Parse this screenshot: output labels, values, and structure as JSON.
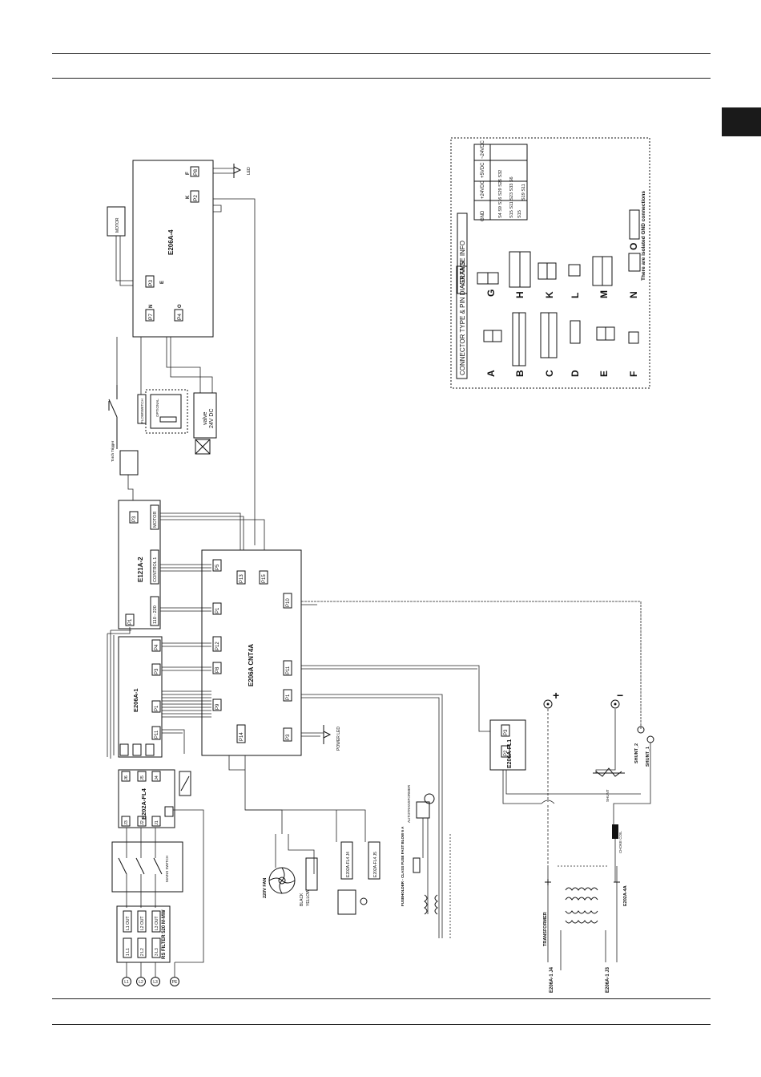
{
  "boards": {
    "e206a4": "E206A-4",
    "e121a2": "E121A-2",
    "e206a1": "E206A-1",
    "e202afl4": "E202A-FL4",
    "e206acnt4a": "E206A CNT4A",
    "e206afl1": "E206A-FL1"
  },
  "connector_labels": {
    "p8": "P8",
    "p2": "P2",
    "p3": "P3",
    "p7": "P7",
    "p4": "P4",
    "p1": "P1",
    "p5": "P5",
    "p13": "P13",
    "p15": "P15",
    "p10": "P10",
    "p11": "P11",
    "p12": "P12",
    "p9": "P9",
    "p14": "P14",
    "j1": "J1",
    "j2": "J2",
    "j3": "J3",
    "j4": "J4",
    "j5": "J5",
    "j6": "J6",
    "e_letter": "E",
    "n_letter": "N",
    "o_letter": "O",
    "f_letter": "F",
    "k_letter": "K",
    "a_letter": "A",
    "l_letter": "L",
    "g_letter": "G",
    "b_letter": "B",
    "m_letter": "M"
  },
  "modules": {
    "motor": "MOTOR",
    "control": "CONTROL 1",
    "voltage": "110 - 220",
    "mains_switch": "MAINS SWITCH",
    "rs_filter": "RS FILTER 520 M-MW",
    "fan": "220V FAN",
    "flowswitch": "FLOWSWITCH",
    "optional": "OPTIONAL",
    "valve_1": "valve",
    "valve_2": "24V DC",
    "torch_trigger": "Torch Trigger",
    "led": "LED",
    "power_led": "POWER LED",
    "transformer": "TRANSFORMER",
    "e202a4a": "E202A-4A",
    "choke_coil": "CHOKE COIL",
    "shunt": "SHUNT",
    "shunt1": "SHUNT_1",
    "shunt2": "SHUNT_2",
    "plus": "+",
    "minus": "−",
    "e206a_j4": "E206A-1 J4",
    "e206a_j3": "E206A-1 J3",
    "black": "BLACK",
    "yellow": "YELLOW",
    "fan_conn_1": "E202A-FL4 J4",
    "fan_conn_2": "E202A-FL4 J5",
    "fuse": "FUSEHOLDER - CLASS FUSE FAST BLOW 6 A",
    "autotransformer": "AUTOTRANSFORMER"
  },
  "terminals": {
    "t1": "L1",
    "t2": "L2",
    "t3": "L3",
    "t4": "PE",
    "rs_l1": "1 L1",
    "rs_l2": "2 L2",
    "rs_l3": "3 L3",
    "rs_l1o": "L1 OUT",
    "rs_l2o": "L2 OUT",
    "rs_l3o": "L3 OUT"
  },
  "voltage_info": {
    "title": "VOLTAGE INFO",
    "rows": [
      {
        "label": "GND",
        "values": "S4  S9  S16  S29  S26  S32"
      },
      {
        "label": "+24VDC",
        "values": "S15  S11  S23  S33  S6"
      },
      {
        "label": "+5VDC",
        "values": "S15"
      },
      {
        "label": "~24VDC",
        "values": "S19  S11"
      }
    ]
  },
  "connector_types": {
    "title": "CONNECTOR TYPE & PIN DIAGRAMS",
    "note": "There are isolated GND connections",
    "items": [
      "A",
      "B",
      "C",
      "D",
      "E",
      "F",
      "G",
      "H",
      "K",
      "L",
      "M",
      "N",
      "O"
    ]
  }
}
